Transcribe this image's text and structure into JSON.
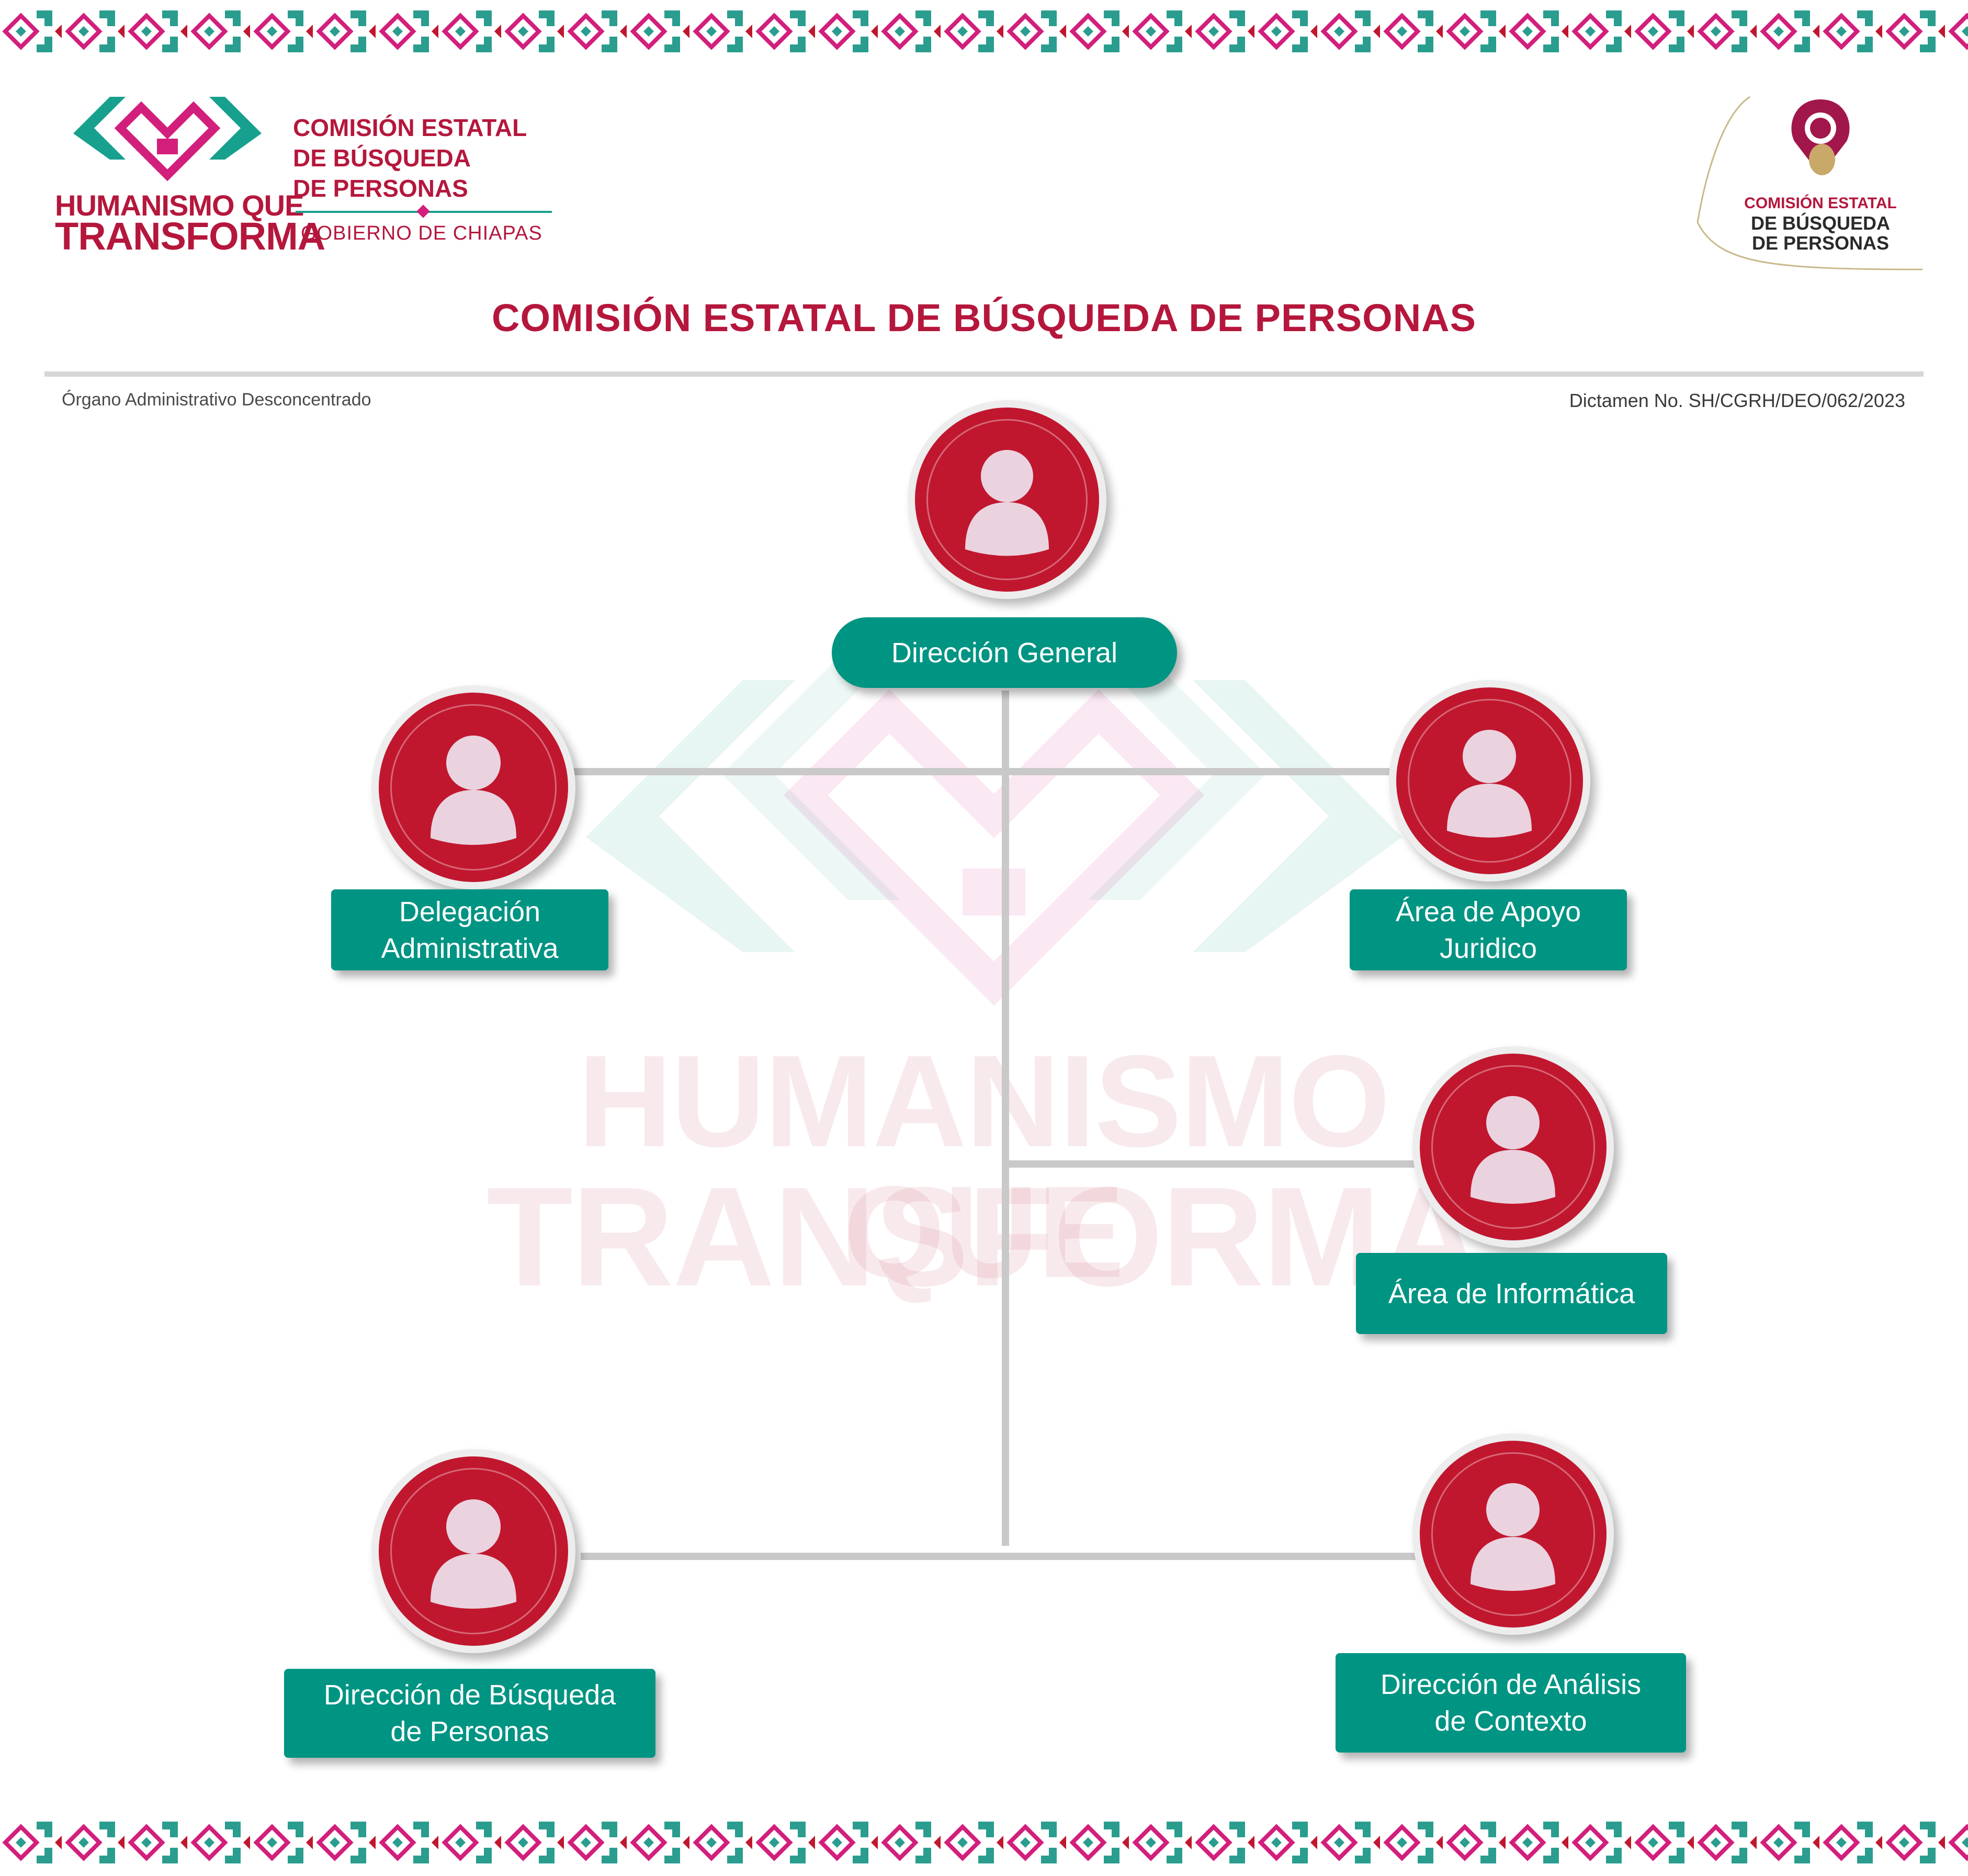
{
  "header": {
    "left_logo": {
      "slogan_line1": "HUMANISMO QUE",
      "slogan_line2": "TRANSFORMA",
      "org_line1": "COMISIÓN ESTATAL",
      "org_line2": "DE BÚSQUEDA",
      "org_line3": "DE PERSONAS",
      "gov": "GOBIERNO DE CHIAPAS"
    },
    "right_logo": {
      "line1": "COMISIÓN ESTATAL",
      "line2": "DE BÚSQUEDA",
      "line3": "DE PERSONAS"
    }
  },
  "title": "COMISIÓN ESTATAL DE BÚSQUEDA DE PERSONAS",
  "subtitle_left": "Órgano Administrativo Desconcentrado",
  "subtitle_right": "Dictamen No. SH/CGRH/DEO/062/2023",
  "watermark": {
    "line1": "HUMANISMO QUE",
    "line2": "TRANSFORMA"
  },
  "org_chart": {
    "root": {
      "label": "Dirección General"
    },
    "units": [
      {
        "label_line1": "Delegación",
        "label_line2": "Administrativa"
      },
      {
        "label_line1": "Área de Apoyo",
        "label_line2": "Juridico"
      },
      {
        "label_line1": "Área de Informática",
        "label_line2": ""
      },
      {
        "label_line1": "Dirección de Búsqueda",
        "label_line2": "de Personas"
      },
      {
        "label_line1": "Dirección de Análisis",
        "label_line2": "de Contexto"
      }
    ]
  },
  "colors": {
    "brand_red": "#c0172f",
    "title_red": "#b5173c",
    "teal": "#009483",
    "pink": "#d21f7c"
  },
  "icons": [
    "person-icon",
    "greca-border-pattern",
    "heart-greca-logo",
    "location-pin-logo"
  ]
}
